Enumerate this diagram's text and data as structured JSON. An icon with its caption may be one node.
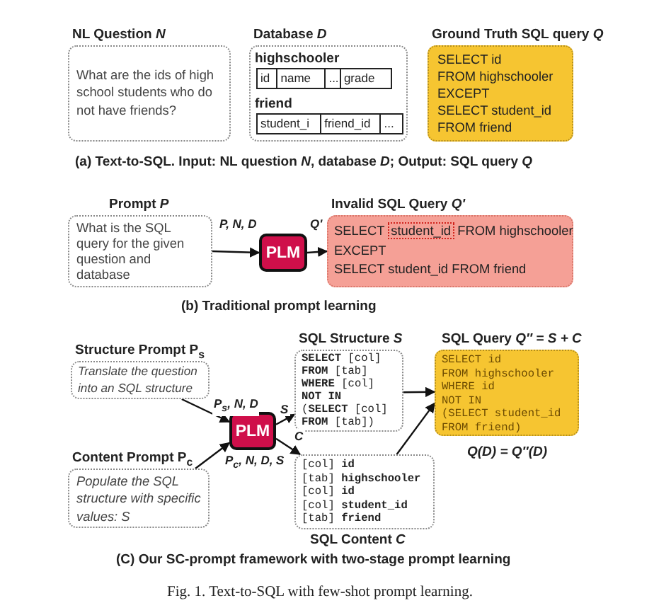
{
  "diagram": {
    "caption": "Fig. 1. Text-to-SQL with few-shot prompt learning.",
    "nodes": [
      {
        "text": [
          "NL Question *N*",
          "What are the ids of high school students who do not have friends?"
        ]
      },
      {
        "text": [
          "Database *D*"
        ]
      },
      {
        "text": [
          "highschooler",
          "id",
          "name",
          "...",
          "grade"
        ],
        "in": 1
      },
      {
        "text": [
          "friend",
          "student_i",
          "friend_id",
          "..."
        ],
        "in": 1
      },
      {
        "text": [
          "Ground Truth SQL query *Q*",
          "SELECT id",
          "FROM highschooler",
          "EXCEPT",
          "SELECT student_id",
          "FROM friend"
        ]
      },
      {
        "text": [
          "Prompt *P*",
          "What is the SQL query for the given question and database"
        ]
      },
      {
        "text": [
          "PLM"
        ]
      },
      {
        "text": [
          "Invalid SQL Query *Q'*",
          "SELECT",
          "FROM highschooler",
          "EXCEPT",
          "SELECT student_id FROM friend"
        ]
      },
      {
        "text": [
          "student_id"
        ],
        "in": 7
      },
      {
        "text": [
          "Structure Prompt P$_{s}$",
          "Translate the question into an SQL structure"
        ]
      },
      {
        "text": [
          "Content Prompt P$_{c}$",
          "Populate the SQL structure with specific values: S"
        ]
      },
      {
        "text": [
          "PLM"
        ]
      },
      {
        "text": [
          "SQL Structure *S*",
          "**SELECT** [col]",
          "**FROM** [tab]",
          "**WHERE** [col]",
          "**NOT IN**",
          "(**SELECT** [col]",
          "**FROM** [tab])"
        ]
      },
      {
        "text": [
          "[col] **id**",
          "[tab] **highschooler**",
          "[col] **id**",
          "[col] **student_id**",
          "[tab] **friend**",
          "SQL Content *C*"
        ]
      },
      {
        "text": [
          "SQL Query *Q″ = S + C*",
          "SELECT id",
          "FROM highschooler",
          "WHERE id",
          "NOT IN",
          "(SELECT student_id",
          "FROM friend)"
        ]
      }
    ],
    "edges": [
      {
        "from": 5,
        "to": 6,
        "arrow": "to",
        "label": "P, N, D"
      },
      {
        "from": 6,
        "to": 7,
        "arrow": "to",
        "label": "Q'"
      },
      {
        "from": 9,
        "to": 11,
        "arrow": "to",
        "label": "P$_{s}$, N, D"
      },
      {
        "from": 10,
        "to": 11,
        "arrow": "to",
        "label": "P$_{c}$, N, D, S"
      },
      {
        "from": 11,
        "to": 12,
        "arrow": "to",
        "label": "S"
      },
      {
        "from": 11,
        "to": 13,
        "arrow": "to",
        "label": "C"
      },
      {
        "from": 12,
        "to": 14,
        "arrow": "to"
      },
      {
        "from": 13,
        "to": 14,
        "arrow": "to"
      }
    ],
    "labels": [
      "(a) Text-to-SQL. Input: NL question *N*, database *D*; Output: SQL query *Q*",
      "(b) Traditional prompt learning",
      "Q(D) = Q″(D)",
      "(C) Our SC-prompt framework with two-stage prompt learning"
    ]
  }
}
